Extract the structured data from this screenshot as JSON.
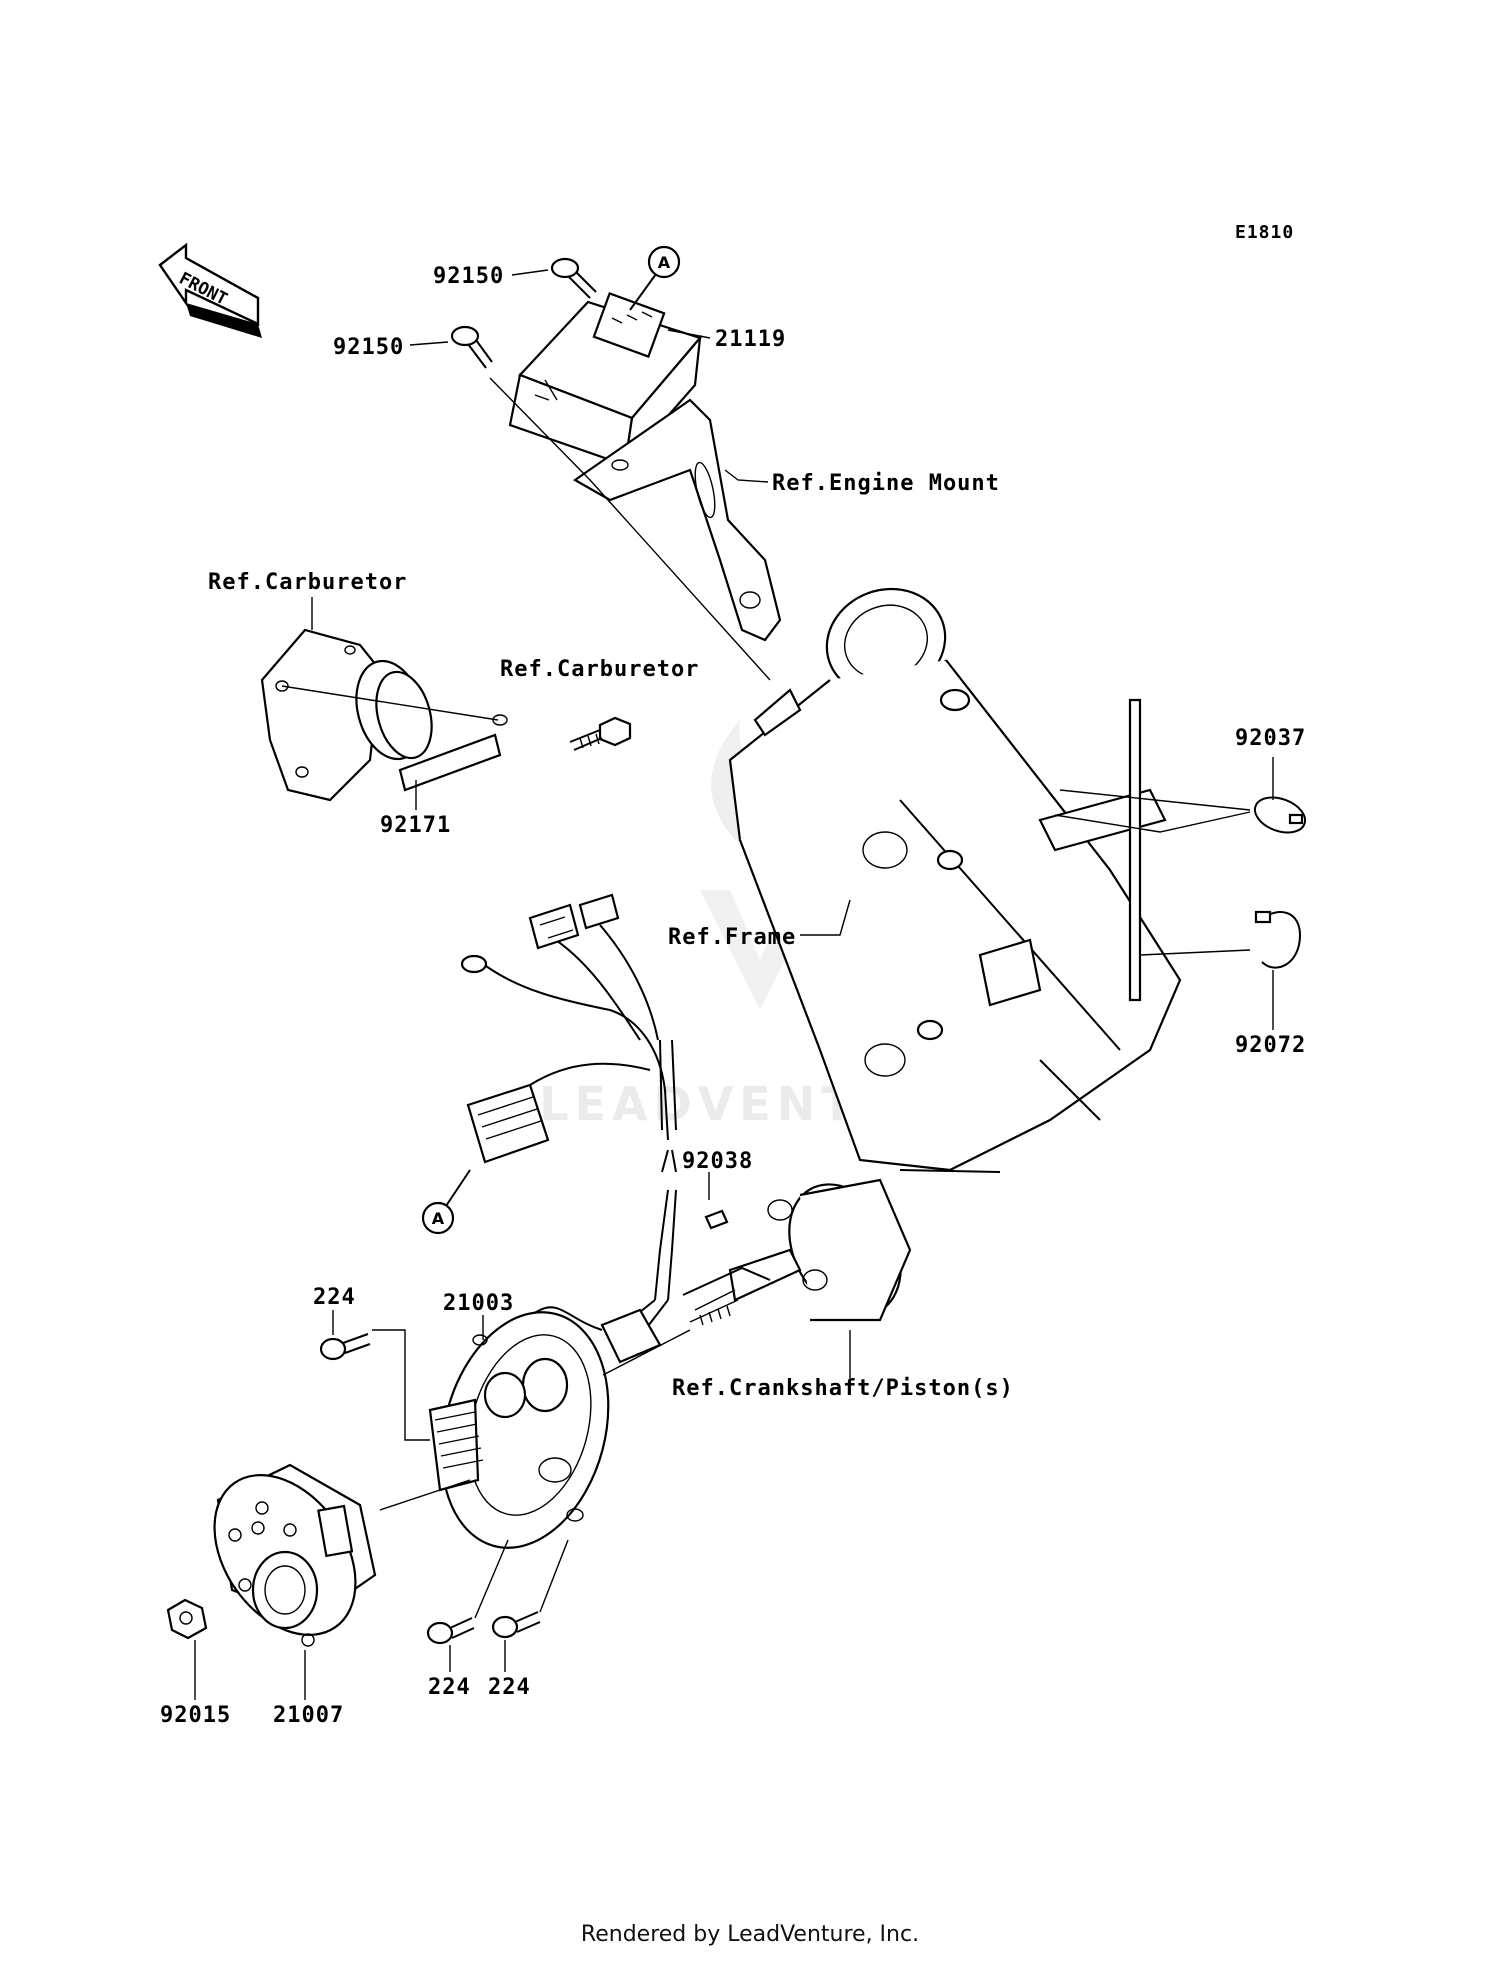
{
  "diagram_code": "E1810",
  "front_arrow": {
    "label": "FRONT"
  },
  "watermark": "LEADVENTURE",
  "callouts": {
    "a_top": "A",
    "a_bottom": "A"
  },
  "labels": {
    "bolt_upper": "92150",
    "bolt_lower": "92150",
    "igniter": "21119",
    "ref_engine_mount": "Ref.Engine Mount",
    "ref_carburetor_left": "Ref.Carburetor",
    "ref_carburetor_right": "Ref.Carburetor",
    "clamp_strip": "92171",
    "clamp_upper": "92037",
    "ref_frame": "Ref.Frame",
    "clamp_lower": "92072",
    "key": "92038",
    "stator": "21003",
    "screw_top": "224",
    "ref_crankshaft": "Ref.Crankshaft/Piston(s)",
    "screw_bottom_left": "224",
    "screw_bottom_right": "224",
    "nut": "92015",
    "flywheel": "21007"
  },
  "footer": "Rendered by LeadVenture, Inc."
}
